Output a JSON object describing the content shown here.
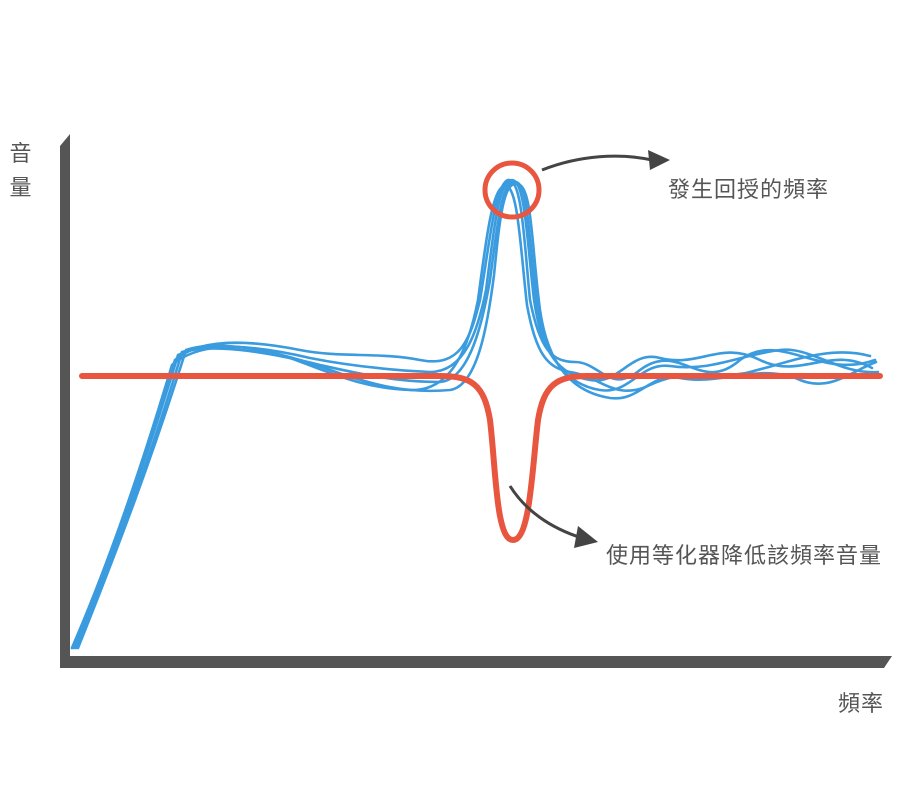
{
  "diagram": {
    "title": "",
    "y_axis": {
      "label": "音量",
      "chars": [
        "音",
        "量"
      ]
    },
    "x_axis": {
      "label": "頻率"
    },
    "annotations": [
      {
        "id": "feedback",
        "text": "發生回授的頻率",
        "target": "peak of blue response curves (circled)"
      },
      {
        "id": "eq",
        "text": "使用等化器降低該頻率音量",
        "target": "notch dip in red EQ curve"
      }
    ],
    "colors": {
      "axis": "#555555",
      "response_curve": "#2a93dc",
      "eq_curve": "#e8563f",
      "highlight_circle": "#e8563f",
      "arrow": "#444444",
      "text": "#555555"
    }
  },
  "chart_data": {
    "type": "line",
    "title": "",
    "xlabel": "頻率",
    "ylabel": "音量",
    "grid": false,
    "series": [
      {
        "name": "Frequency response (blue, multiple strokes)",
        "shape": "rises steeply from origin, plateaus with ripples, sharp narrow peak (feedback frequency), then ripples around flat level"
      },
      {
        "name": "Equalizer curve (red)",
        "shape": "flat line with a deep narrow notch at the feedback frequency"
      }
    ],
    "annotations": [
      "發生回授的頻率",
      "使用等化器降低該頻率音量"
    ]
  }
}
